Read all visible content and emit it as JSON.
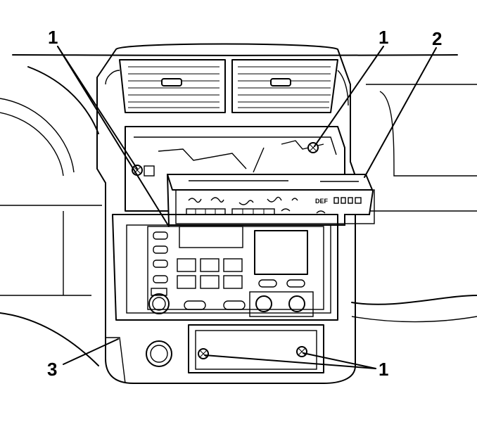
{
  "callouts": {
    "c1_top_left": "1",
    "c1_top_mid": "1",
    "c2": "2",
    "c3": "3",
    "c1_bottom": "1"
  },
  "panel_text": {
    "def_label": "DEF"
  }
}
